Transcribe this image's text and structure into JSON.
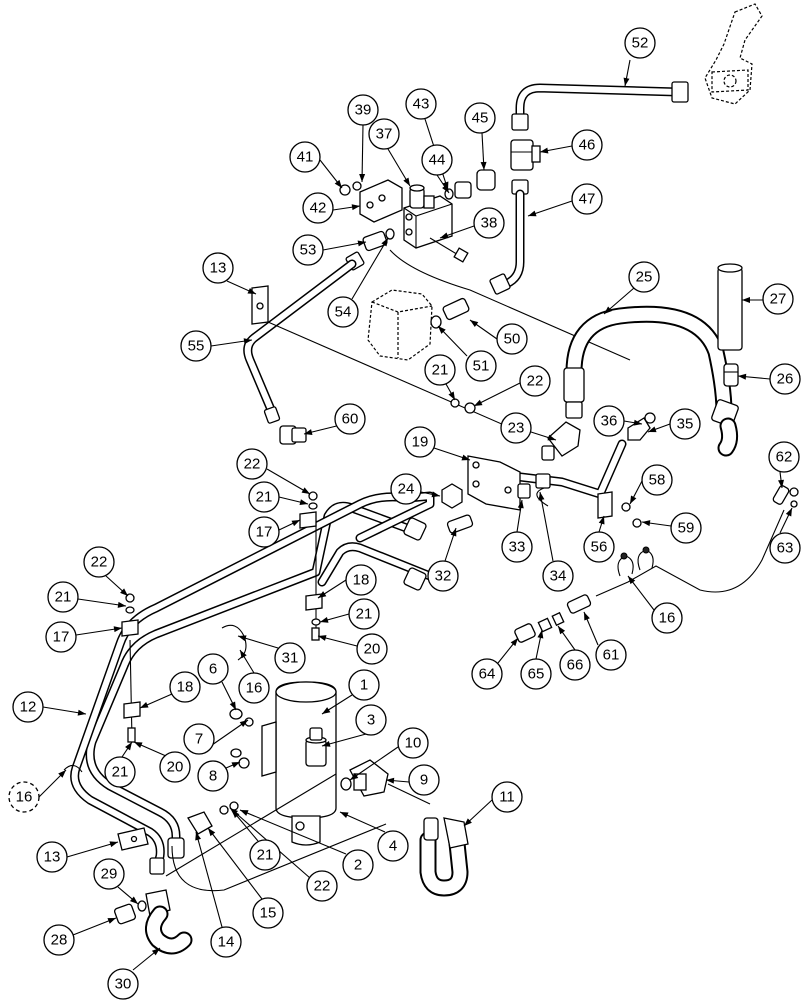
{
  "callouts": [
    {
      "label": "52"
    },
    {
      "label": "39"
    },
    {
      "label": "43"
    },
    {
      "label": "45"
    },
    {
      "label": "41"
    },
    {
      "label": "44"
    },
    {
      "label": "37"
    },
    {
      "label": "46"
    },
    {
      "label": "42"
    },
    {
      "label": "38"
    },
    {
      "label": "47"
    },
    {
      "label": "53"
    },
    {
      "label": "13"
    },
    {
      "label": "54"
    },
    {
      "label": "50"
    },
    {
      "label": "25"
    },
    {
      "label": "27"
    },
    {
      "label": "51"
    },
    {
      "label": "55"
    },
    {
      "label": "21"
    },
    {
      "label": "22"
    },
    {
      "label": "26"
    },
    {
      "label": "60"
    },
    {
      "label": "23"
    },
    {
      "label": "36"
    },
    {
      "label": "35"
    },
    {
      "label": "19"
    },
    {
      "label": "62"
    },
    {
      "label": "22"
    },
    {
      "label": "24"
    },
    {
      "label": "58"
    },
    {
      "label": "21"
    },
    {
      "label": "59"
    },
    {
      "label": "17"
    },
    {
      "label": "63"
    },
    {
      "label": "33"
    },
    {
      "label": "56"
    },
    {
      "label": "22"
    },
    {
      "label": "32"
    },
    {
      "label": "34"
    },
    {
      "label": "18"
    },
    {
      "label": "21"
    },
    {
      "label": "16"
    },
    {
      "label": "17"
    },
    {
      "label": "21"
    },
    {
      "label": "31"
    },
    {
      "label": "20"
    },
    {
      "label": "61"
    },
    {
      "label": "64"
    },
    {
      "label": "65"
    },
    {
      "label": "66"
    },
    {
      "label": "6"
    },
    {
      "label": "1"
    },
    {
      "label": "16"
    },
    {
      "label": "18"
    },
    {
      "label": "12"
    },
    {
      "label": "3"
    },
    {
      "label": "7"
    },
    {
      "label": "10"
    },
    {
      "label": "21"
    },
    {
      "label": "20"
    },
    {
      "label": "8"
    },
    {
      "label": "16"
    },
    {
      "label": "9"
    },
    {
      "label": "11"
    },
    {
      "label": "4"
    },
    {
      "label": "13"
    },
    {
      "label": "21"
    },
    {
      "label": "2"
    },
    {
      "label": "15"
    },
    {
      "label": "22"
    },
    {
      "label": "29"
    },
    {
      "label": "14"
    },
    {
      "label": "28"
    },
    {
      "label": "30"
    }
  ]
}
